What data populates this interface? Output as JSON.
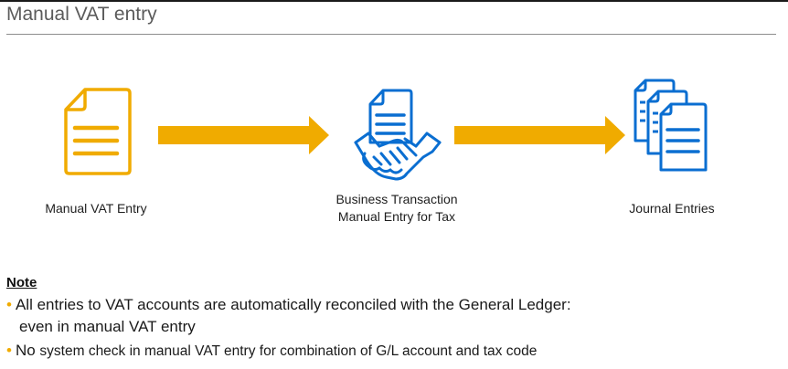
{
  "header": {
    "title": "Manual VAT entry"
  },
  "flow": {
    "step1": {
      "label": "Manual VAT Entry",
      "icon": "document-icon",
      "color": "#f0ab00"
    },
    "step2": {
      "label_line1": "Business Transaction",
      "label_line2": "Manual Entry for Tax",
      "icon": "handshake-document-icon",
      "color": "#0a6ed1"
    },
    "step3": {
      "label": "Journal Entries",
      "icon": "stacked-documents-icon",
      "color": "#0a6ed1"
    },
    "arrow_color": "#f0ab00"
  },
  "note": {
    "heading": "Note",
    "bullet1_line1": "All entries to VAT accounts are automatically reconciled with the General Ledger:",
    "bullet1_line2": "even in manual VAT entry",
    "bullet2_lead": "No",
    "bullet2_rest": "system check in manual VAT entry for combination of G/L account and tax code"
  }
}
